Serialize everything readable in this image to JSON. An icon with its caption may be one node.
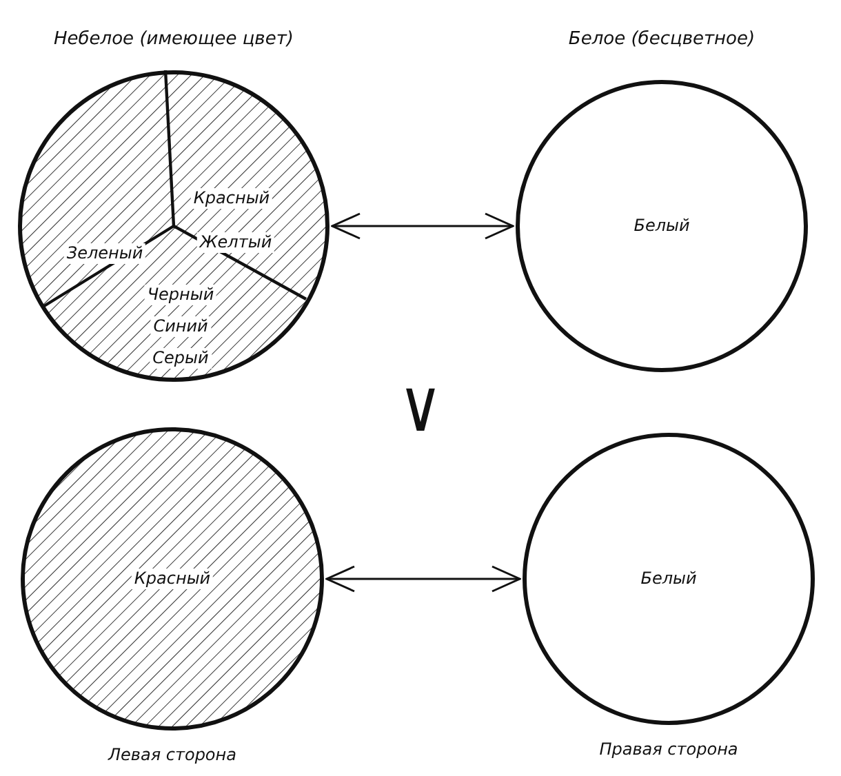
{
  "diagram": {
    "nodes": [
      {
        "text": [
          "Небелое (имеющее цвет)"
        ]
      },
      {
        "text": [
          "Зеленый"
        ],
        "in": 0
      },
      {
        "text": [
          "Красный",
          "Желтый"
        ],
        "in": 0
      },
      {
        "text": [
          "Черный",
          "Синий",
          "Серый"
        ],
        "in": 0
      },
      {
        "text": [
          "Белое (бесцветное)",
          "Белый"
        ]
      },
      {
        "text": [
          "Красный"
        ],
        "beside": [
          "Левая сторона"
        ]
      },
      {
        "text": [
          "Белый"
        ],
        "beside": [
          "Правая сторона"
        ]
      }
    ],
    "edges": [
      {
        "from": 0,
        "to": 4,
        "arrow": "both"
      },
      {
        "from": 5,
        "to": 6,
        "arrow": "both"
      }
    ],
    "labels": [
      "∨"
    ]
  }
}
